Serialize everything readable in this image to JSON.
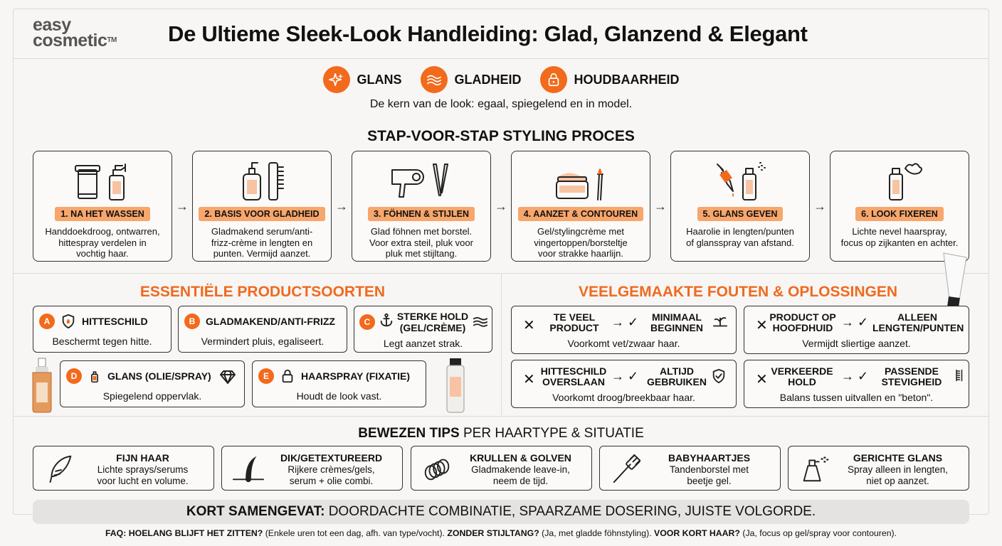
{
  "brand": {
    "line1": "easy",
    "line2": "cosmetic",
    "tm": "TM"
  },
  "header": {
    "title": "De Ultieme Sleek-Look Handleiding: Glad, Glanzend & Elegant"
  },
  "pillars": [
    {
      "label": "GLANS",
      "icon": "sparkle-icon"
    },
    {
      "label": "GLADHEID",
      "icon": "waves-icon"
    },
    {
      "label": "HOUDBAARHEID",
      "icon": "lock-icon"
    }
  ],
  "tagline": "De kern van de look: egaal, spiegelend en in model.",
  "steps_section": {
    "title": "STAP-VOOR-STAP STYLING PROCES"
  },
  "steps": [
    {
      "label": "1. NA HET WASSEN",
      "desc": [
        "Handdoekdroog, ontwarren,",
        "hittespray verdelen in",
        "vochtig haar."
      ]
    },
    {
      "label": "2. BASIS VOOR GLADHEID",
      "desc": [
        "Gladmakend serum/anti-",
        "frizz-crème in lengten en",
        "punten. Vermijd aanzet."
      ]
    },
    {
      "label": "3. FÖHNEN & STIJLEN",
      "desc": [
        "Glad föhnen met borstel.",
        "Voor extra steil, pluk voor",
        "pluk met stijltang."
      ]
    },
    {
      "label": "4. AANZET & CONTOUREN",
      "desc": [
        "Gel/stylingcrème met",
        "vingertoppen/borsteltje",
        "voor strakke haarlijn."
      ]
    },
    {
      "label": "5. GLANS GEVEN",
      "desc": [
        "Haarolie in lengten/punten",
        "of glansspray van afstand."
      ]
    },
    {
      "label": "6. LOOK FIXEREN",
      "desc": [
        "Lichte nevel haarspray,",
        "focus op zijkanten en achter."
      ]
    }
  ],
  "products_section": {
    "title": "ESSENTIËLE PRODUCTSOORTEN"
  },
  "products": [
    {
      "letter": "A",
      "title": "HITTESCHILD",
      "desc": "Beschermt tegen hitte."
    },
    {
      "letter": "B",
      "title": "GLADMAKEND/ANTI-FRIZZ",
      "desc": "Vermindert pluis, egaliseert."
    },
    {
      "letter": "C",
      "title1": "STERKE HOLD",
      "title2": "(GEL/CRÈME)",
      "desc": "Legt aanzet strak."
    },
    {
      "letter": "D",
      "title": "GLANS (OLIE/SPRAY)",
      "desc": "Spiegelend oppervlak."
    },
    {
      "letter": "E",
      "title": "HAARSPRAY (FIXATIE)",
      "desc": "Houdt de look vast."
    }
  ],
  "mistakes_section": {
    "title": "VEELGEMAAKTE FOUTEN & OPLOSSINGEN"
  },
  "mistakes": [
    {
      "wrong": [
        "TE VEEL",
        "PRODUCT"
      ],
      "right": [
        "MINIMAAL",
        "BEGINNEN"
      ],
      "desc": "Voorkomt vet/zwaar haar."
    },
    {
      "wrong": [
        "PRODUCT OP",
        "HOOFDHUID"
      ],
      "right": [
        "ALLEEN",
        "LENGTEN/PUNTEN"
      ],
      "desc": "Vermijdt sliertige aanzet."
    },
    {
      "wrong": [
        "HITTESCHILD",
        "OVERSLAAN"
      ],
      "right": [
        "ALTIJD",
        "GEBRUIKEN"
      ],
      "desc": "Voorkomt droog/breekbaar haar."
    },
    {
      "wrong": [
        "VERKEERDE",
        "HOLD"
      ],
      "right": [
        "PASSENDE",
        "STEVIGHEID"
      ],
      "desc": "Balans tussen uitvallen en \"beton\"."
    }
  ],
  "tips_section": {
    "title_bold": "BEWEZEN TIPS",
    "title_rest": " PER HAARTYPE & SITUATIE"
  },
  "tips": [
    {
      "title": "FIJN HAAR",
      "desc": [
        "Lichte sprays/serums",
        "voor lucht en volume."
      ]
    },
    {
      "title": "DIK/GETEXTUREERD",
      "desc": [
        "Rijkere crèmes/gels,",
        "serum + olie combi."
      ]
    },
    {
      "title": "KRULLEN & GOLVEN",
      "desc": [
        "Gladmakende leave-in,",
        "neem de tijd."
      ]
    },
    {
      "title": "BABYHAARTJES",
      "desc": [
        "Tandenborstel met",
        "beetje gel."
      ]
    },
    {
      "title": "GERICHTE GLANS",
      "desc": [
        "Spray alleen in lengten,",
        "niet op aanzet."
      ]
    }
  ],
  "summary": {
    "bold": "KORT SAMENGEVAT:",
    "rest": " DOORDACHTE COMBINATIE, SPAARZAME DOSERING, JUISTE VOLGORDE."
  },
  "faq": {
    "q1": "FAQ: HOELANG BLIJFT HET ZITTEN?",
    "a1": " (Enkele uren tot een dag, afh. van type/vocht). ",
    "q2": "ZONDER STIJLTANG?",
    "a2": " (Ja, met gladde föhnstyling). ",
    "q3": "VOOR KORT HAAR?",
    "a3": " (Ja, focus op gel/spray voor contouren)."
  },
  "colors": {
    "accent": "#f26a1b",
    "tag": "#f7a66c",
    "summary_bg": "#e4e3e1"
  }
}
